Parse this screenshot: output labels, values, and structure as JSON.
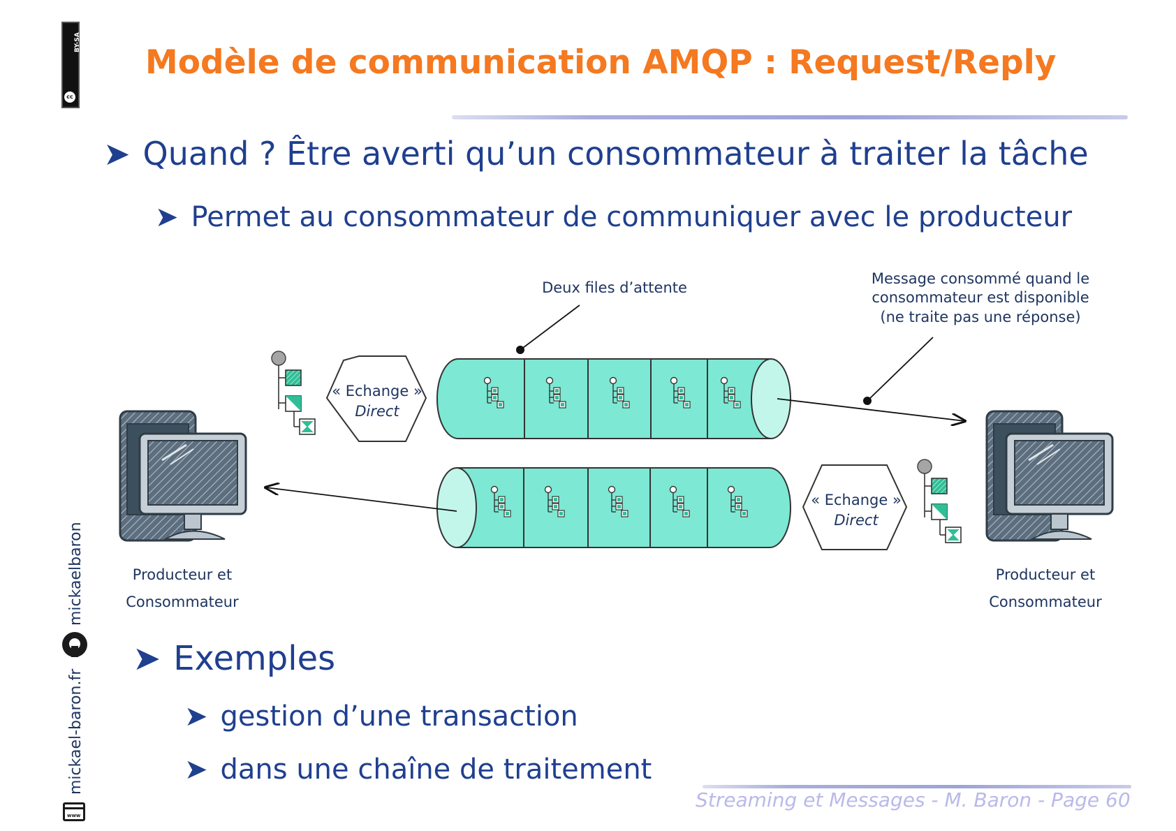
{
  "title": "Modèle de communication AMQP : Request/Reply",
  "bullets": {
    "level1_when": "Quand ? Être averti qu’un consommateur à traiter la tâche",
    "level2_permits": "Permet au consommateur de communiquer avec le producteur",
    "level1_examples": "Exemples",
    "example_1": "gestion d’une transaction",
    "example_2": "dans une chaîne de traitement"
  },
  "diagram": {
    "queues_note": "Deux files d’attente",
    "message_note_line1": "Message consommé quand le",
    "message_note_line2": "consommateur est disponible",
    "message_note_line3": "(ne traite pas une réponse)",
    "exchange_top_line1": "« Echange »",
    "exchange_top_line2": "Direct",
    "exchange_bottom_line1": "« Echange »",
    "exchange_bottom_line2": "Direct",
    "left_actor_line1": "Producteur et",
    "left_actor_line2": "Consommateur",
    "right_actor_line1": "Producteur et",
    "right_actor_line2": "Consommateur"
  },
  "sidebar": {
    "license": "BY-SA",
    "github": "mickaelbaron",
    "website": "mickael-baron.fr"
  },
  "footer": "Streaming et Messages - M. Baron - Page  60",
  "colors": {
    "title": "#f47920",
    "bullet": "#1f3f8f",
    "queue_fill": "#7de8d3",
    "footer": "#b9b9ea"
  },
  "icons": [
    "chevron-right-icon",
    "computer-icon",
    "message-tree-icon",
    "cc-license-icon",
    "github-icon",
    "web-icon"
  ]
}
